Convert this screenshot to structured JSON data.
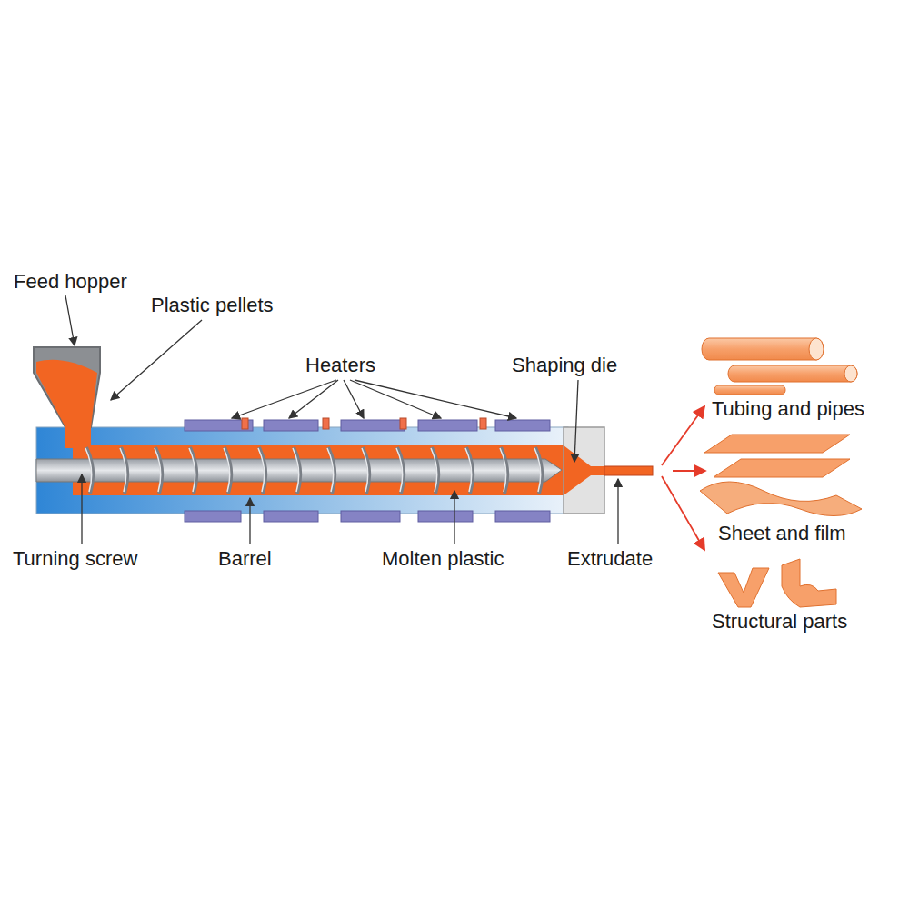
{
  "diagram": {
    "labels": [
      "Feed hopper",
      "Plastic pellets",
      "Heaters",
      "Shaping die",
      "Turning screw",
      "Barrel",
      "Molten plastic",
      "Extrudate",
      "Tubing and pipes",
      "Sheet and film",
      "Structural parts"
    ]
  }
}
